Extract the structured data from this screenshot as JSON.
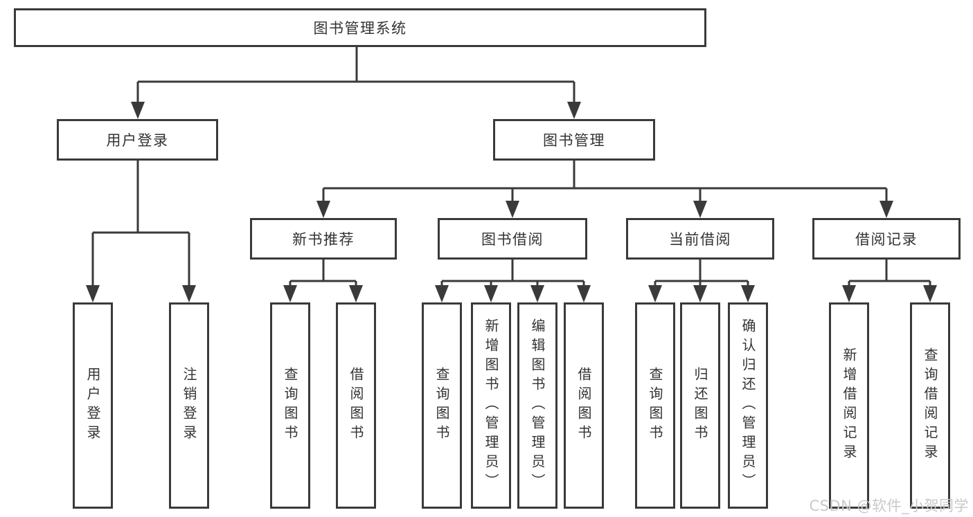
{
  "tree": {
    "root": "图书管理系统",
    "children": [
      {
        "label": "用户登录",
        "children": [
          "用户登录",
          "注销登录"
        ]
      },
      {
        "label": "图书管理",
        "children": [
          {
            "label": "新书推荐",
            "children": [
              "查询图书",
              "借阅图书"
            ]
          },
          {
            "label": "图书借阅",
            "children": [
              "查询图书",
              "新增图书（管理员）",
              "编辑图书（管理员）",
              "借阅图书"
            ]
          },
          {
            "label": "当前借阅",
            "children": [
              "查询图书",
              "归还图书",
              "确认归还（管理员）"
            ]
          },
          {
            "label": "借阅记录",
            "children": [
              "新增借阅记录",
              "查询借阅记录"
            ]
          }
        ]
      }
    ]
  },
  "watermark": {
    "text": "CSDN @软件_小贺同学"
  },
  "colors": {
    "line": "#3a3a3a",
    "box_border": "#3a3a3a",
    "text": "#333333",
    "watermark_text": "#c9c9c9",
    "background": "#ffffff"
  }
}
